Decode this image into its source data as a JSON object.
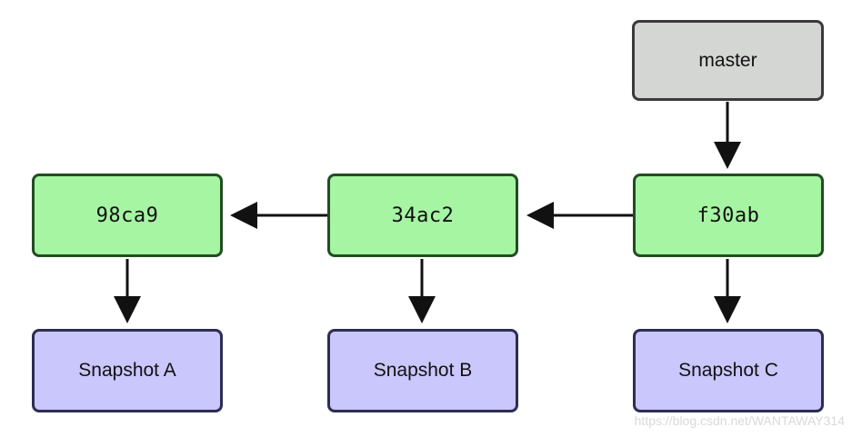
{
  "diagram": {
    "branch": {
      "label": "master",
      "points_to": "c3"
    },
    "commits": [
      {
        "id": "c1",
        "hash": "98ca9",
        "snapshot": "Snapshot A",
        "parent": null
      },
      {
        "id": "c2",
        "hash": "34ac2",
        "snapshot": "Snapshot B",
        "parent": "c1"
      },
      {
        "id": "c3",
        "hash": "f30ab",
        "snapshot": "Snapshot C",
        "parent": "c2"
      }
    ]
  },
  "watermark": "https://blog.csdn.net/WANTAWAY314",
  "colors": {
    "commit_fill": "#a6f5a3",
    "snapshot_fill": "#c9c7fb",
    "branch_fill": "#d4d6d4",
    "arrow": "#111111"
  }
}
